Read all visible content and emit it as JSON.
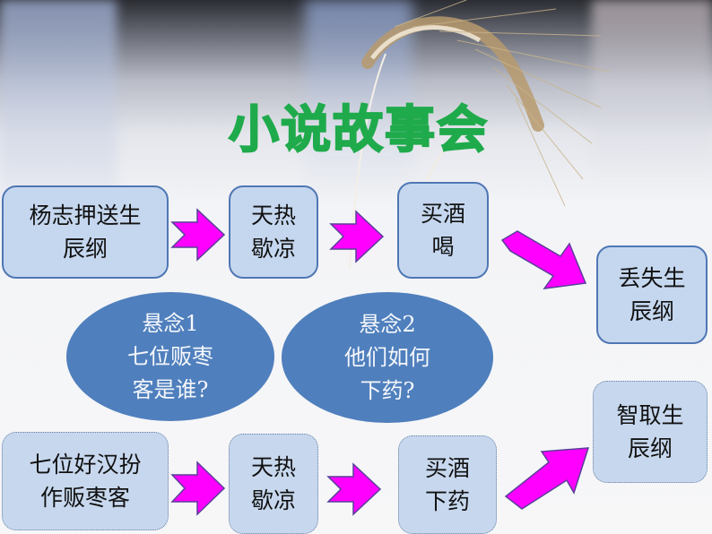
{
  "title": "小说故事会",
  "colors": {
    "title_green": "#1faa4b",
    "box_fill": "#c5d7ef",
    "box_border": "#4f77b4",
    "ellipse_fill": "#4f7fbd",
    "arrow_fill": "#ff00ff",
    "arrow_border": "#5a3f9a"
  },
  "top_flow": {
    "boxes": [
      {
        "label": "杨志押送生\n辰纲"
      },
      {
        "label": "天热\n歇凉"
      },
      {
        "label": "买酒\n喝"
      },
      {
        "label": "丢失生\n辰纲"
      }
    ]
  },
  "suspense": [
    {
      "label": "悬念1\n七位贩枣\n客是谁?"
    },
    {
      "label": "悬念2\n他们如何\n下药?"
    }
  ],
  "bottom_flow": {
    "boxes": [
      {
        "label": "七位好汉扮\n作贩枣客"
      },
      {
        "label": "天热\n歇凉"
      },
      {
        "label": "买酒\n下药"
      },
      {
        "label": "智取生\n辰纲"
      }
    ]
  }
}
